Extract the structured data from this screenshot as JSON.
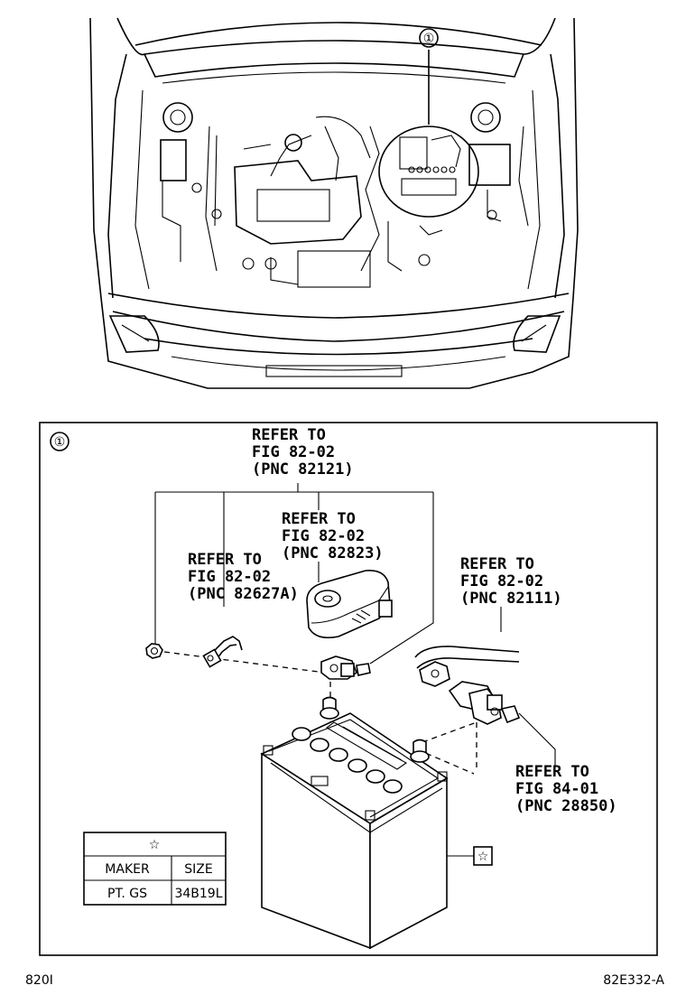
{
  "callout": "①",
  "refs": {
    "pnc82121": [
      "REFER TO",
      "FIG 82-02",
      "(PNC 82121)"
    ],
    "pnc82823": [
      "REFER TO",
      "FIG 82-02",
      "(PNC 82823)"
    ],
    "pnc82627a": [
      "REFER TO",
      "FIG 82-02",
      "(PNC 82627A)"
    ],
    "pnc82111": [
      "REFER TO",
      "FIG 82-02",
      "(PNC 82111)"
    ],
    "pnc28850": [
      "REFER TO",
      "FIG 84-01",
      "(PNC 28850)"
    ]
  },
  "spec_table": {
    "header": "☆",
    "col_headers": [
      "MAKER",
      "SIZE"
    ],
    "row": [
      "PT. GS",
      "34B19L"
    ]
  },
  "battery_marker": "☆",
  "footer": {
    "left": "820I",
    "right": "82E332-A"
  }
}
